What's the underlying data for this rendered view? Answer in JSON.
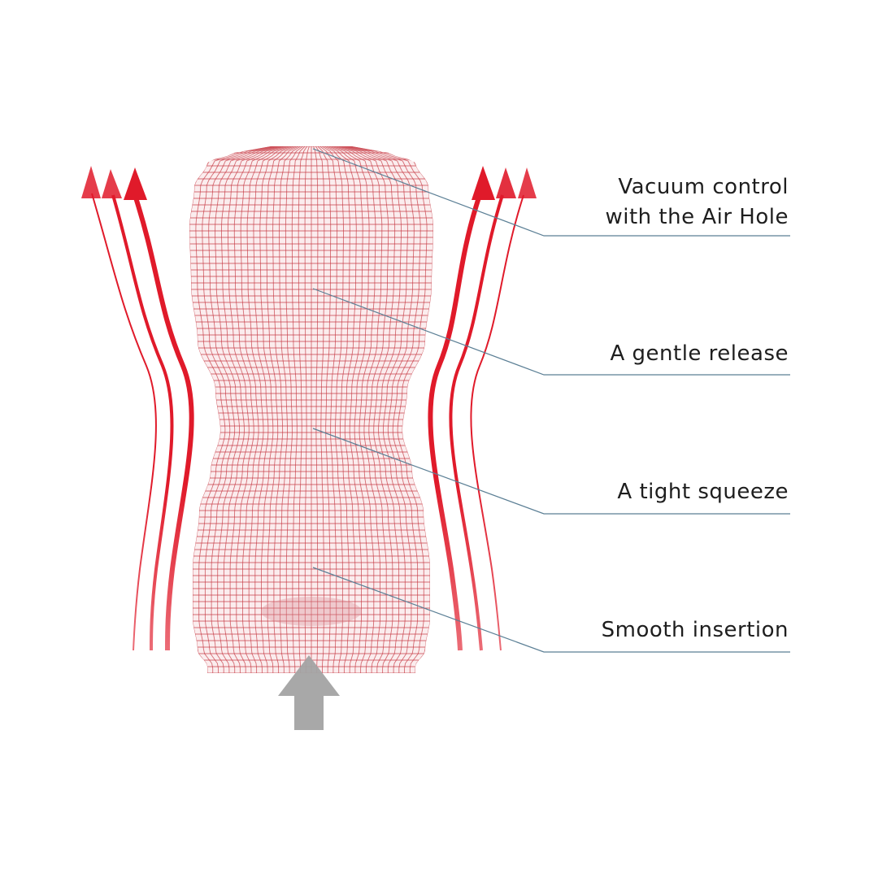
{
  "callouts": [
    {
      "id": "air-hole",
      "lines": [
        "Vacuum control",
        "with the Air Hole"
      ]
    },
    {
      "id": "gentle-release",
      "lines": [
        "A gentle release"
      ]
    },
    {
      "id": "tight-squeeze",
      "lines": [
        "A tight squeeze"
      ]
    },
    {
      "id": "smooth-insertion",
      "lines": [
        "Smooth insertion"
      ]
    }
  ],
  "colors": {
    "background": "#ffffff",
    "grid_line": "#c4343f",
    "body_tint": "#f6d3d5",
    "flow_arrow": "#e01a2a",
    "leader_line": "#5b7f95",
    "push_arrow": "#a3a3a3",
    "label_text": "#1e1e1e"
  },
  "icons": {
    "flow_arrows": "airflow-arrow-icon",
    "push_arrow": "up-push-arrow-icon"
  }
}
